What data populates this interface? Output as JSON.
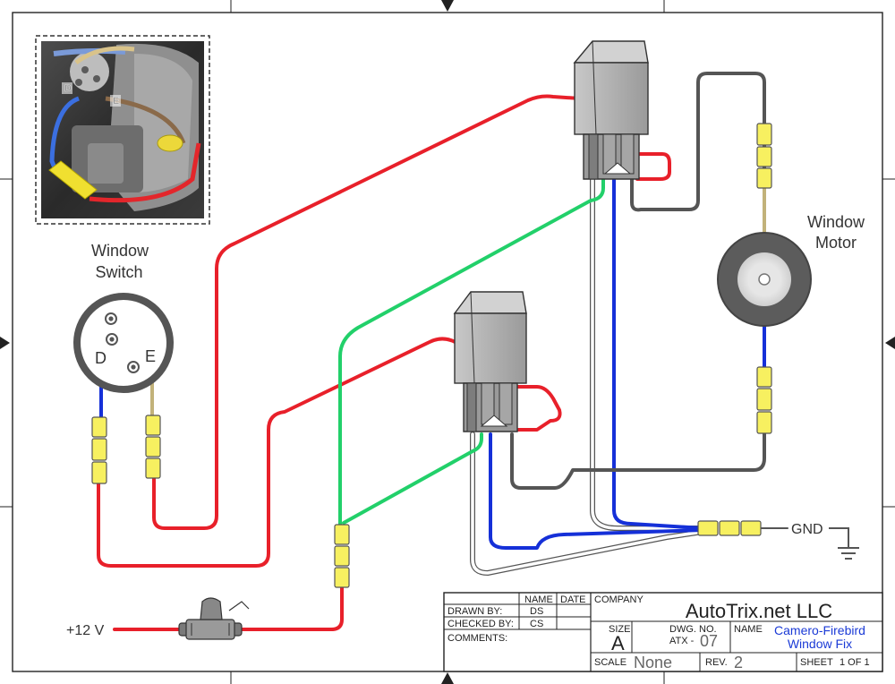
{
  "labels": {
    "switch_line1": "Window",
    "switch_line2": "Switch",
    "motor_line1": "Window",
    "motor_line2": "Motor",
    "terminal_d": "D",
    "terminal_e": "E",
    "photo_d": "D",
    "photo_e": "E",
    "power": "+12 V",
    "ground": "GND"
  },
  "title_block": {
    "name_header": "NAME",
    "date_header": "DATE",
    "drawn_by_label": "DRAWN BY:",
    "drawn_by_value": "DS",
    "checked_by_label": "CHECKED BY:",
    "checked_by_value": "CS",
    "comments_label": "COMMENTS:",
    "company_label": "COMPANY",
    "company_name": "AutoTrix.net  LLC",
    "size_label": "SIZE",
    "size_value": "A",
    "dwg_no_label": "DWG. NO.",
    "dwg_prefix": "ATX -",
    "dwg_value": "07",
    "name_label": "NAME",
    "drawing_name_line1": "Camero-Firebird",
    "drawing_name_line2": "Window Fix",
    "scale_label": "SCALE",
    "scale_value": "None",
    "rev_label": "REV.",
    "rev_value": "2",
    "sheet_label": "SHEET",
    "sheet_value": "1 OF 1"
  },
  "colors": {
    "red_wire": "#e8202a",
    "green_wire": "#22d06a",
    "blue_wire": "#1530d8",
    "gray_wire": "#555555",
    "tan_wire": "#c2b27a",
    "connector_yellow": "#f7f060",
    "relay_body": "#a9a9a9",
    "title_blue": "#1a3ad6"
  }
}
